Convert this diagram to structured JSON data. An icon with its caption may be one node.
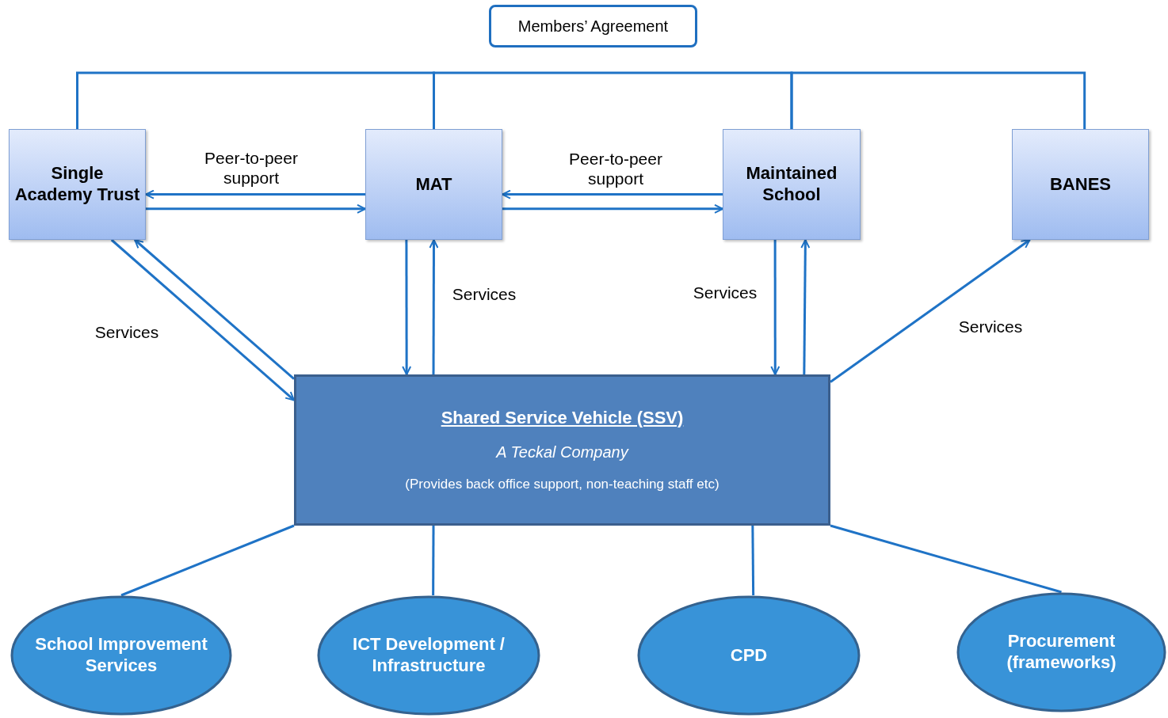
{
  "diagram": {
    "nodes": [
      {
        "text": [
          "Members’ Agreement"
        ]
      },
      {
        "text": [
          "Single Academy Trust"
        ]
      },
      {
        "text": [
          "MAT"
        ]
      },
      {
        "text": [
          "Maintained School"
        ]
      },
      {
        "text": [
          "BANES"
        ]
      },
      {
        "text": [
          "Shared Service Vehicle (SSV)",
          "A Teckal Company",
          "(Provides back office support, non-teaching staff etc)"
        ]
      },
      {
        "text": [
          "School Improvement Services"
        ]
      },
      {
        "text": [
          "ICT Development / Infrastructure"
        ]
      },
      {
        "text": [
          "CPD"
        ]
      },
      {
        "text": [
          "Procurement (frameworks)"
        ]
      }
    ],
    "edges": [
      {
        "from": 1,
        "to": 2,
        "arrow": "none"
      },
      {
        "from": 2,
        "to": 3,
        "arrow": "none"
      },
      {
        "from": 3,
        "to": 4,
        "arrow": "none"
      },
      {
        "from": 2,
        "to": 1,
        "arrow": "to",
        "label": "Peer-to-peer support"
      },
      {
        "from": 1,
        "to": 2,
        "arrow": "to"
      },
      {
        "from": 3,
        "to": 2,
        "arrow": "to",
        "label": "Peer-to-peer support"
      },
      {
        "from": 2,
        "to": 3,
        "arrow": "to"
      },
      {
        "from": 1,
        "to": 5,
        "arrow": "to",
        "label": "Services"
      },
      {
        "from": 5,
        "to": 1,
        "arrow": "to"
      },
      {
        "from": 2,
        "to": 5,
        "arrow": "to"
      },
      {
        "from": 5,
        "to": 2,
        "arrow": "to",
        "label": "Services"
      },
      {
        "from": 3,
        "to": 5,
        "arrow": "to",
        "label": "Services"
      },
      {
        "from": 5,
        "to": 3,
        "arrow": "to"
      },
      {
        "from": 5,
        "to": 4,
        "arrow": "to",
        "label": "Services"
      },
      {
        "from": 5,
        "to": 6,
        "arrow": "none"
      },
      {
        "from": 5,
        "to": 7,
        "arrow": "none"
      },
      {
        "from": 5,
        "to": 8,
        "arrow": "none"
      },
      {
        "from": 5,
        "to": 9,
        "arrow": "none"
      }
    ]
  }
}
